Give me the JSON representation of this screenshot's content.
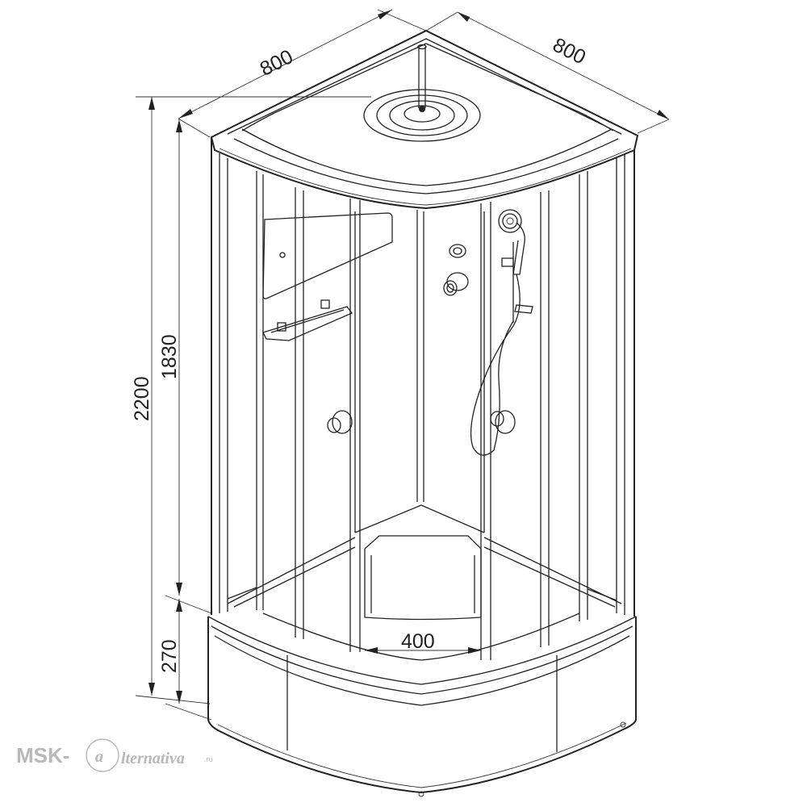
{
  "diagram": {
    "dimensions": {
      "width_left": "800",
      "width_right": "800",
      "total_height": "2200",
      "cabin_height": "1830",
      "tray_height": "270",
      "seat_width": "400"
    }
  },
  "watermark": {
    "brand_left": "MSK-",
    "brand_mark": "a",
    "brand_right": "lternativa",
    "domain": ".ru",
    "color": "#b8b8b8"
  }
}
